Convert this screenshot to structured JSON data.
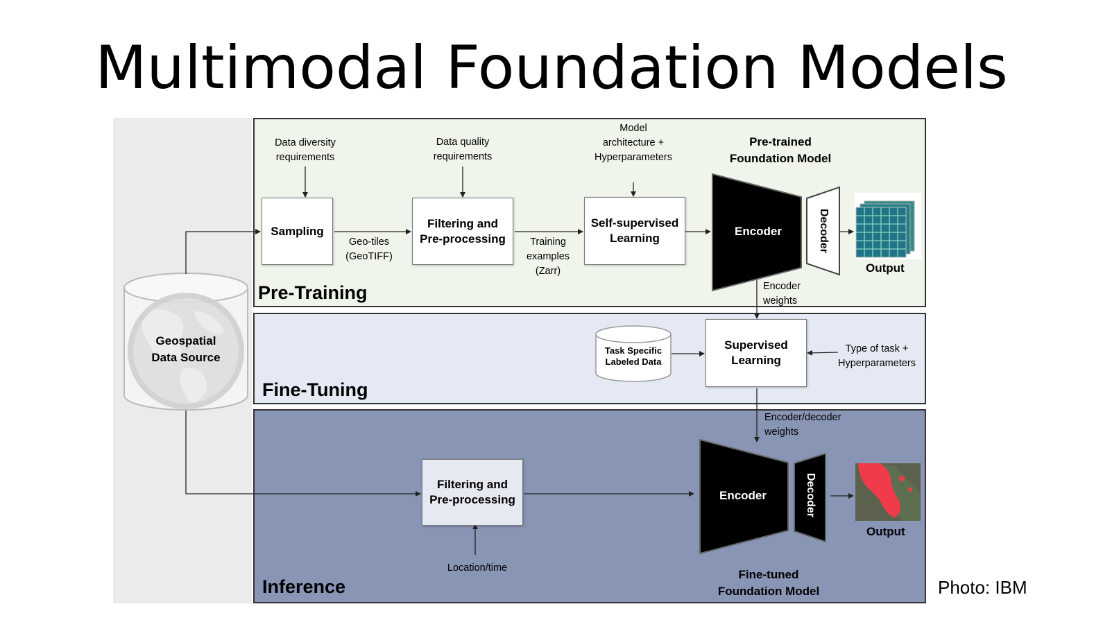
{
  "title": "Multimodal Foundation Models",
  "credit": "Photo: IBM",
  "data_source": {
    "label": "Geospatial\nData Source"
  },
  "sections": {
    "pretraining": "Pre-Training",
    "finetuning": "Fine-Tuning",
    "inference": "Inference"
  },
  "pretraining": {
    "sampling": "Sampling",
    "filtering": "Filtering and\nPre-processing",
    "ssl": "Self-supervised\nLearning",
    "diversity_note": "Data diversity\nrequirements",
    "quality_note": "Data quality\nrequirements",
    "model_note": "Model\narchitecture +\nHyperparameters",
    "geotiles": "Geo-tiles\n(GeoTIFF)",
    "training_examples": "Training\nexamples\n(Zarr)",
    "model_title": "Pre-trained\nFoundation Model",
    "encoder": "Encoder",
    "decoder": "Decoder",
    "output": "Output",
    "encoder_weights": "Encoder\nweights"
  },
  "finetuning": {
    "labeled_data": "Task Specific\nLabeled Data",
    "supervised": "Supervised\nLearning",
    "task_note": "Type of task +\nHyperparameters",
    "encdec_weights": "Encoder/decoder\nweights"
  },
  "inference": {
    "filtering": "Filtering and\nPre-processing",
    "location_note": "Location/time",
    "encoder": "Encoder",
    "decoder": "Decoder",
    "output": "Output",
    "model_title": "Fine-tuned\nFoundation Model"
  },
  "colors": {
    "pretrain_bg": "#f0f5ec",
    "finetune_bg": "#e4e9f4",
    "inference_bg": "#8995b5",
    "flood_red": "#f03c4a"
  },
  "icons": {
    "globe": "globe-icon",
    "database": "cylinder-database-icon"
  }
}
